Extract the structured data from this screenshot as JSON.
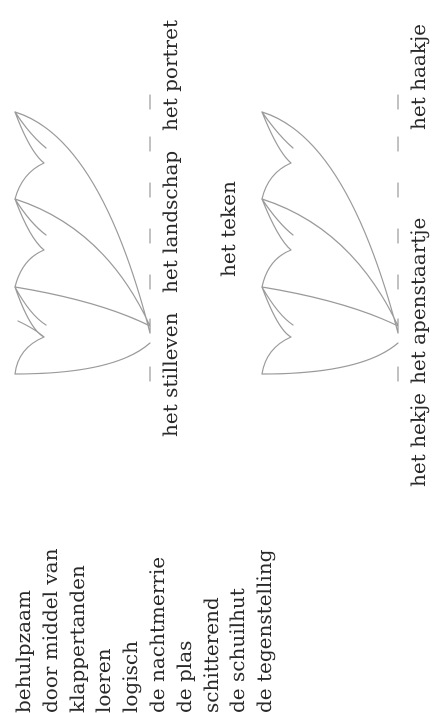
{
  "word_list": [
    "behulpzaam",
    "door middel van",
    "klappertanden",
    "loeren",
    "logisch",
    "de nachtmerrie",
    "de plas",
    "schitterend",
    "de schuilhut",
    "de tegenstelling"
  ],
  "umbrella_top": {
    "left_label": "het stilleven",
    "middle_label": "het landschap",
    "right_label": "het portret"
  },
  "umbrella_bottom": {
    "title": "het teken",
    "left_label": "het hekje",
    "middle_label": "het apenstaartje",
    "right_label": "het haakje"
  }
}
